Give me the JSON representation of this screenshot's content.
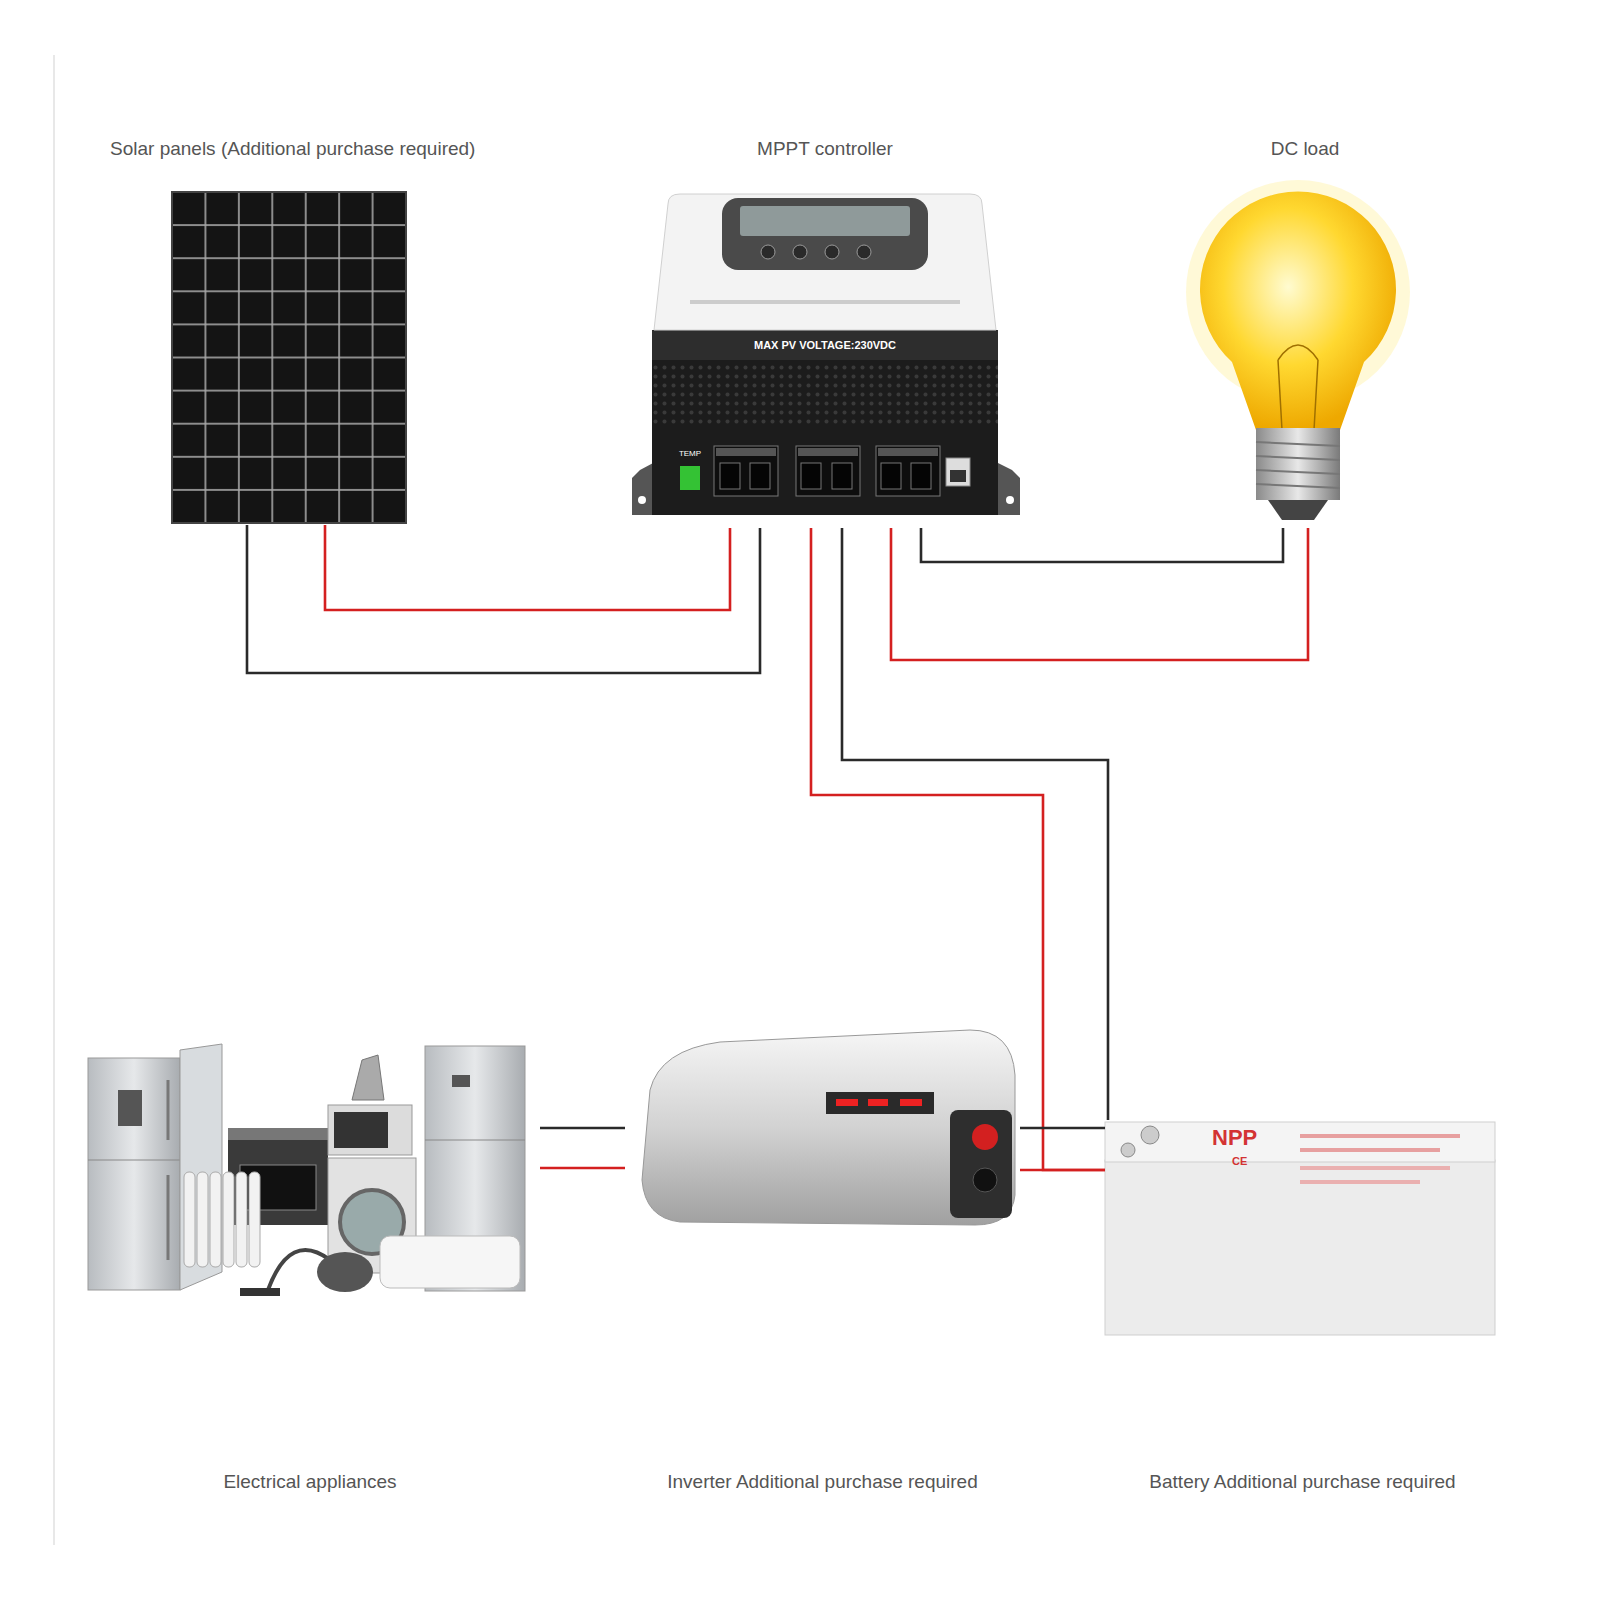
{
  "diagram": {
    "nodes": [
      {
        "text": [
          "Solar panels (Additional purchase required)"
        ]
      },
      {
        "text": [
          "MPPT controller"
        ]
      },
      {
        "text": [
          "DC load"
        ]
      },
      {
        "text": [
          "Electrical appliances"
        ]
      },
      {
        "text": [
          "Inverter Additional purchase required"
        ]
      },
      {
        "text": [
          "Battery Additional purchase required"
        ]
      }
    ],
    "edges": [
      {
        "from": 0,
        "to": 1,
        "arrow": "none"
      },
      {
        "from": 0,
        "to": 1,
        "arrow": "none"
      },
      {
        "from": 1,
        "to": 2,
        "arrow": "none"
      },
      {
        "from": 1,
        "to": 2,
        "arrow": "none"
      },
      {
        "from": 1,
        "to": 5,
        "arrow": "none"
      },
      {
        "from": 1,
        "to": 5,
        "arrow": "none"
      },
      {
        "from": 3,
        "to": 4,
        "arrow": "none"
      },
      {
        "from": 3,
        "to": 4,
        "arrow": "none"
      },
      {
        "from": 4,
        "to": 5,
        "arrow": "none"
      },
      {
        "from": 4,
        "to": 5,
        "arrow": "none"
      }
    ],
    "labels": [
      "MAX PV VOLTAGE:230VDC",
      "TEMP",
      "NPP",
      "CE"
    ]
  }
}
